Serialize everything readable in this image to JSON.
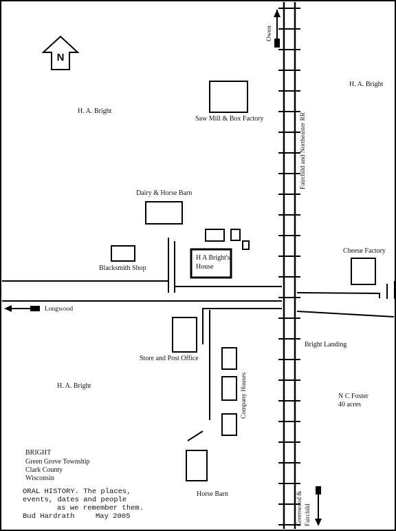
{
  "compass": {
    "label": "N"
  },
  "owners": {
    "nw": "H. A. Bright",
    "ne": "H. A. Bright",
    "sw": "H. A. Bright",
    "se": "N C Foster",
    "se_acres": "40 acres"
  },
  "buildings": {
    "saw_mill": "Saw Mill & Box Factory",
    "dairy_barn": "Dairy & Horse Barn",
    "blacksmith": "Blacksmith Shop",
    "bright_house_line1": "H A Bright's",
    "bright_house_line2": "House",
    "cheese_factory": "Cheese Factory",
    "store": "Store and Post Office",
    "company_houses": "Company Houses",
    "horse_barn": "Horse Barn"
  },
  "places": {
    "bright_landing": "Bright Landing"
  },
  "directions": {
    "owen": "Owen",
    "longwood": "Longwood",
    "greenwood_line1": "Greenwood &",
    "greenwood_line2": "Fairchild"
  },
  "railroad": {
    "name": "Fairchild and Northeaster RR"
  },
  "legend": {
    "title": "BRIGHT",
    "township": "Green Grove Township",
    "county": "Clark County",
    "state": "Wisconsin"
  },
  "credit": {
    "line1": "ORAL HISTORY. The places,",
    "line2": "events, dates and people",
    "line3": "as we remember them.",
    "author": "Bud Hardrath",
    "date": "May 2005"
  }
}
